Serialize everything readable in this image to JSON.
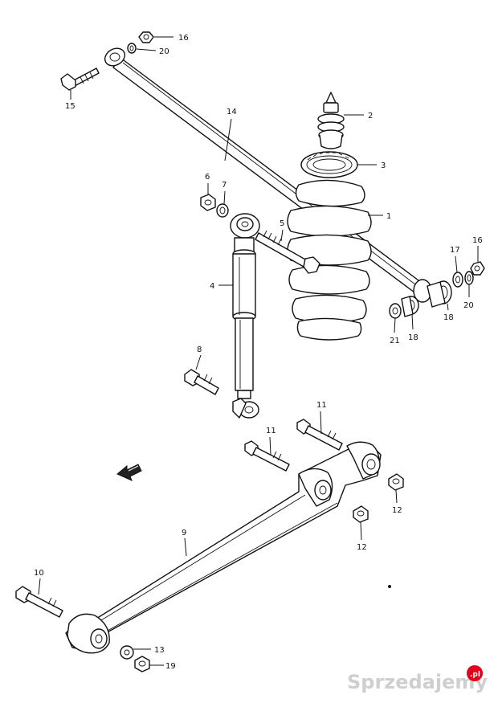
{
  "callouts": [
    "16",
    "20",
    "15",
    "14",
    "2",
    "3",
    "6",
    "7",
    "1",
    "5",
    "4",
    "17",
    "16",
    "20",
    "18",
    "21",
    "18",
    "8",
    "11",
    "11",
    "12",
    "12",
    "9",
    "10",
    "13",
    "19"
  ],
  "watermark": {
    "text": "Sprzedajemy",
    "suffix": ".pl",
    "accent_color": "#e2001a"
  }
}
